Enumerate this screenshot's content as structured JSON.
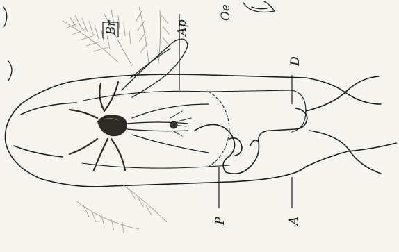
{
  "labels": {
    "br": "Br",
    "ap": "Ap",
    "oe": "Oe",
    "d": "D",
    "a": "A",
    "p": "P"
  },
  "colors": {
    "paper": "#f7f5ef",
    "ink": "#1c1c1c",
    "dark_organ": "#2e2a26",
    "gill_tint": "#9a9a92"
  }
}
